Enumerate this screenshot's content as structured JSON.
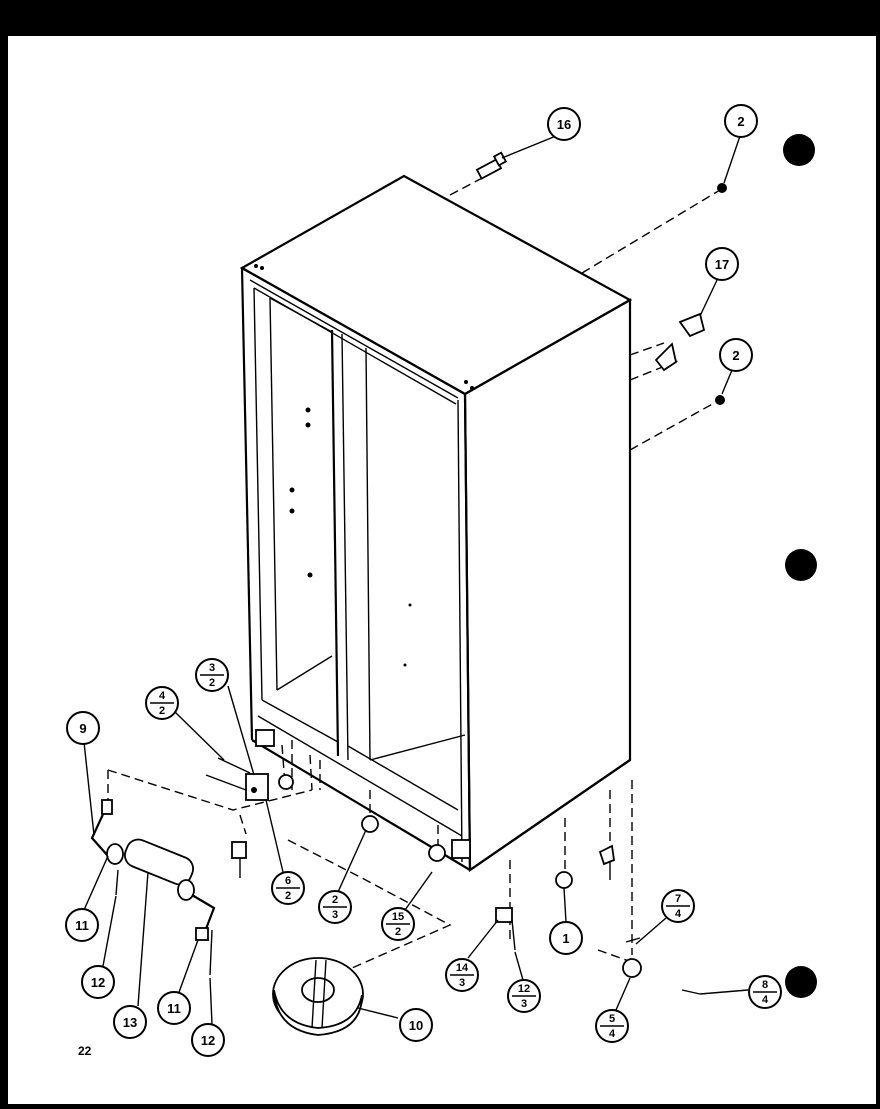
{
  "page_number": "22",
  "callouts": [
    {
      "id": "c16",
      "top": "16",
      "bottom": ""
    },
    {
      "id": "c2a",
      "top": "2",
      "bottom": ""
    },
    {
      "id": "c17",
      "top": "17",
      "bottom": ""
    },
    {
      "id": "c2b",
      "top": "2",
      "bottom": ""
    },
    {
      "id": "c3_2",
      "top": "3",
      "bottom": "2"
    },
    {
      "id": "c4_2",
      "top": "4",
      "bottom": "2"
    },
    {
      "id": "c9",
      "top": "9",
      "bottom": ""
    },
    {
      "id": "c6_2",
      "top": "6",
      "bottom": "2"
    },
    {
      "id": "c2_3",
      "top": "2",
      "bottom": "3"
    },
    {
      "id": "c15_2",
      "top": "15",
      "bottom": "2"
    },
    {
      "id": "c11a",
      "top": "11",
      "bottom": ""
    },
    {
      "id": "c12a",
      "top": "12",
      "bottom": ""
    },
    {
      "id": "c13",
      "top": "13",
      "bottom": ""
    },
    {
      "id": "c11b",
      "top": "11",
      "bottom": ""
    },
    {
      "id": "c12b",
      "top": "12",
      "bottom": ""
    },
    {
      "id": "c10",
      "top": "10",
      "bottom": ""
    },
    {
      "id": "c14_3",
      "top": "14",
      "bottom": "3"
    },
    {
      "id": "c12_3",
      "top": "12",
      "bottom": "3"
    },
    {
      "id": "c1",
      "top": "1",
      "bottom": ""
    },
    {
      "id": "c7_4",
      "top": "7",
      "bottom": "4"
    },
    {
      "id": "c5_4",
      "top": "5",
      "bottom": "4"
    },
    {
      "id": "c8_4",
      "top": "8",
      "bottom": "4"
    }
  ],
  "binder_holes": 3
}
